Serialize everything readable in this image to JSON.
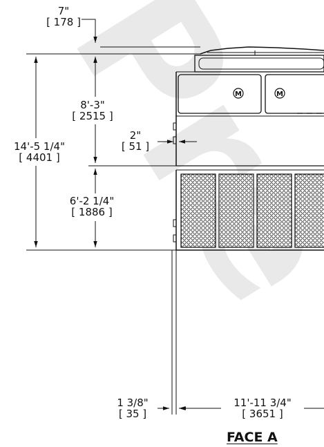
{
  "watermark": "Pre",
  "dimensions": {
    "top_offset": {
      "imperial": "7\"",
      "metric": "[ 178 ]"
    },
    "total_height": {
      "imperial": "14'-5 1/4\"",
      "metric": "[ 4401 ]"
    },
    "upper_section": {
      "imperial": "8'-3\"",
      "metric": "[ 2515 ]"
    },
    "ledge": {
      "imperial": "2\"",
      "metric": "[ 51 ]"
    },
    "lower_section": {
      "imperial": "6'-2 1/4\"",
      "metric": "[ 1886 ]"
    },
    "base_offset": {
      "imperial": "1 3/8\"",
      "metric": "[ 35 ]"
    },
    "width": {
      "imperial": "11'-11 3/4\"",
      "metric": "[ 3651 ]"
    }
  },
  "logo_mark": "M",
  "view_title": "FACE A",
  "colors": {
    "line": "#111111",
    "watermark": "#e9e9e9",
    "background": "#ffffff"
  }
}
